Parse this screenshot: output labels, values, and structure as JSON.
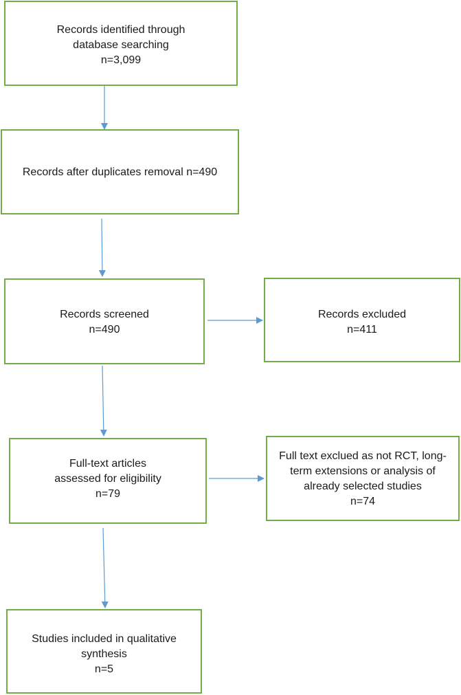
{
  "flow": {
    "identified": {
      "lines": [
        "Records identified through",
        "database searching",
        "n=3,099"
      ]
    },
    "duplicates": {
      "lines": [
        "Records after duplicates removal n=490"
      ]
    },
    "screened": {
      "lines": [
        "Records screened",
        "n=490"
      ]
    },
    "excluded": {
      "lines": [
        "Records excluded",
        "n=411"
      ]
    },
    "fulltext": {
      "lines": [
        "Full-text articles",
        "assessed for eligibility",
        "n=79"
      ]
    },
    "fulltext_excluded": {
      "lines": [
        "Full text exclued as not RCT, long-",
        "term extensions or analysis of",
        "already selected studies",
        "n=74"
      ]
    },
    "included": {
      "lines": [
        "Studies included in qualitative",
        "synthesis",
        "n=5"
      ]
    }
  },
  "colors": {
    "box_border": "#70ad47",
    "arrow": "#5b9bd5"
  }
}
